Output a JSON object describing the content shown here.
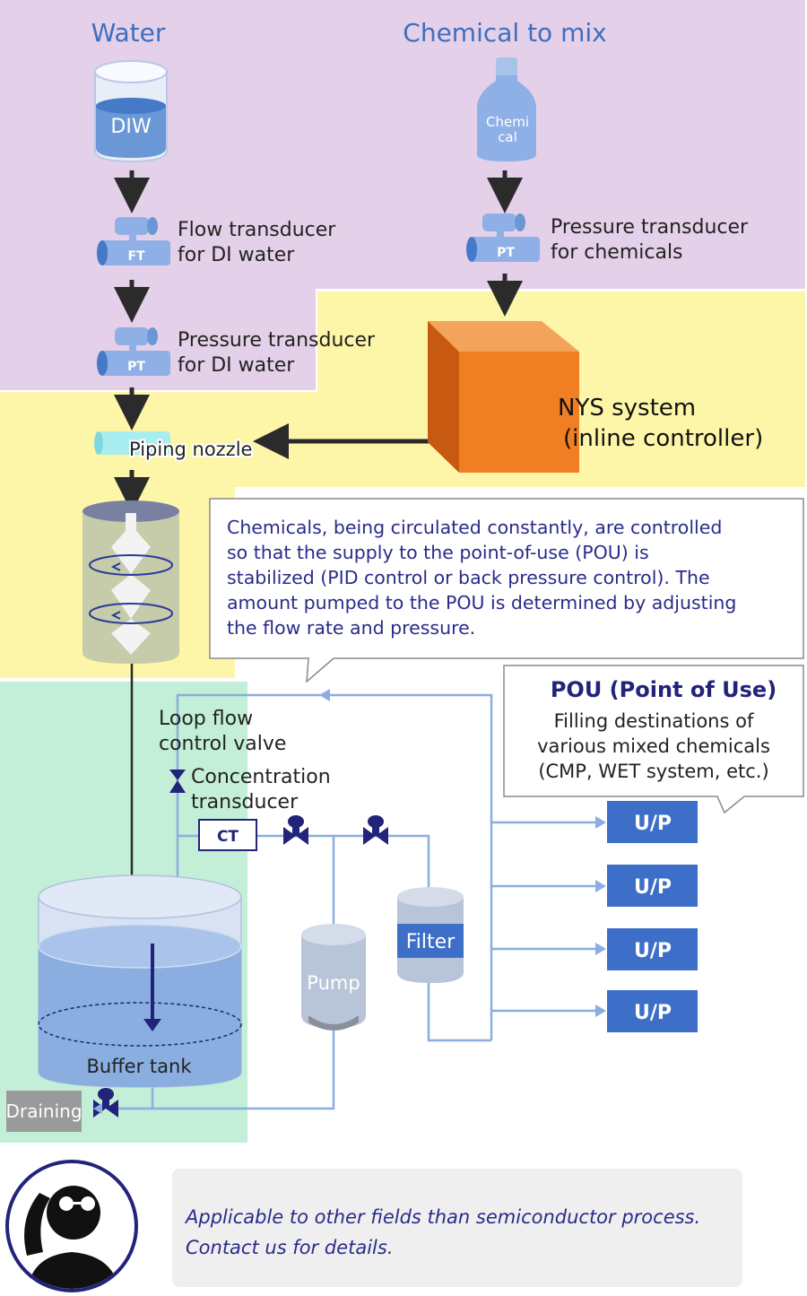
{
  "sources": {
    "water_title": "Water",
    "chemical_title": "Chemical to mix",
    "diw_label": "DIW",
    "chemical_bottle_label_1": "Chemi",
    "chemical_bottle_label_2": "cal"
  },
  "transducers": {
    "ft_tag": "FT",
    "pt_tag": "PT",
    "flow_diw_line1": "Flow transducer",
    "flow_diw_line2": "for DI water",
    "pressure_diw_line1": "Pressure transducer",
    "pressure_diw_line2": "for DI water",
    "pressure_chem_line1": "Pressure transducer",
    "pressure_chem_line2": "for chemicals"
  },
  "controller": {
    "line1": "NYS system",
    "line2": "(inline controller)"
  },
  "nozzle_label": "Piping nozzle",
  "callout": {
    "lines": [
      "Chemicals, being circulated constantly, are controlled",
      "so that the supply to the point-of-use (POU) is",
      "stabilized (PID control or back pressure control). The",
      "amount pumped to the POU is determined by adjusting",
      "the flow rate and pressure."
    ]
  },
  "pou": {
    "title": "POU (Point of Use)",
    "desc_line1": "Filling destinations of",
    "desc_line2": "various mixed chemicals",
    "desc_line3": "(CMP, WET system, etc.)",
    "up_labels": [
      "U/P",
      "U/P",
      "U/P",
      "U/P"
    ]
  },
  "loop": {
    "valve_line1": "Loop flow",
    "valve_line2": "control valve",
    "conc_line1": "Concentration",
    "conc_line2": "transducer",
    "ct_tag": "CT"
  },
  "equipment": {
    "pump": "Pump",
    "filter": "Filter",
    "buffer_tank": "Buffer tank",
    "draining": "Draining"
  },
  "note": {
    "line1": "Applicable to other fields than semiconductor process.",
    "line2": "Contact us for details."
  },
  "colors": {
    "purple_zone": "#e4d0e8",
    "yellow_zone": "#fdf6a8",
    "green_zone": "#c3eed7",
    "accent_blue": "#3d6fc0",
    "up_box": "#3d6fc8",
    "pipe": "#8aaee0",
    "orange": "#ef7f22",
    "navy": "#22237a"
  }
}
